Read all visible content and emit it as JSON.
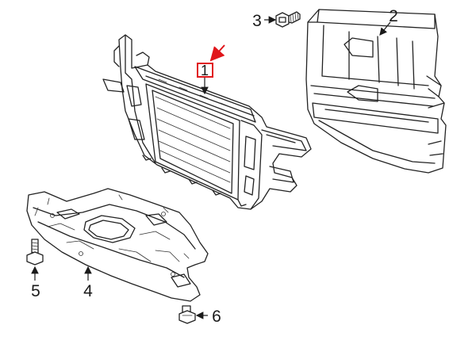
{
  "colors": {
    "line": "#222222",
    "highlight": "#e0161b",
    "background": "#ffffff"
  },
  "callouts": [
    {
      "id": "1",
      "label": "1",
      "highlighted": true
    },
    {
      "id": "2",
      "label": "2"
    },
    {
      "id": "3",
      "label": "3"
    },
    {
      "id": "4",
      "label": "4"
    },
    {
      "id": "5",
      "label": "5"
    },
    {
      "id": "6",
      "label": "6"
    }
  ]
}
